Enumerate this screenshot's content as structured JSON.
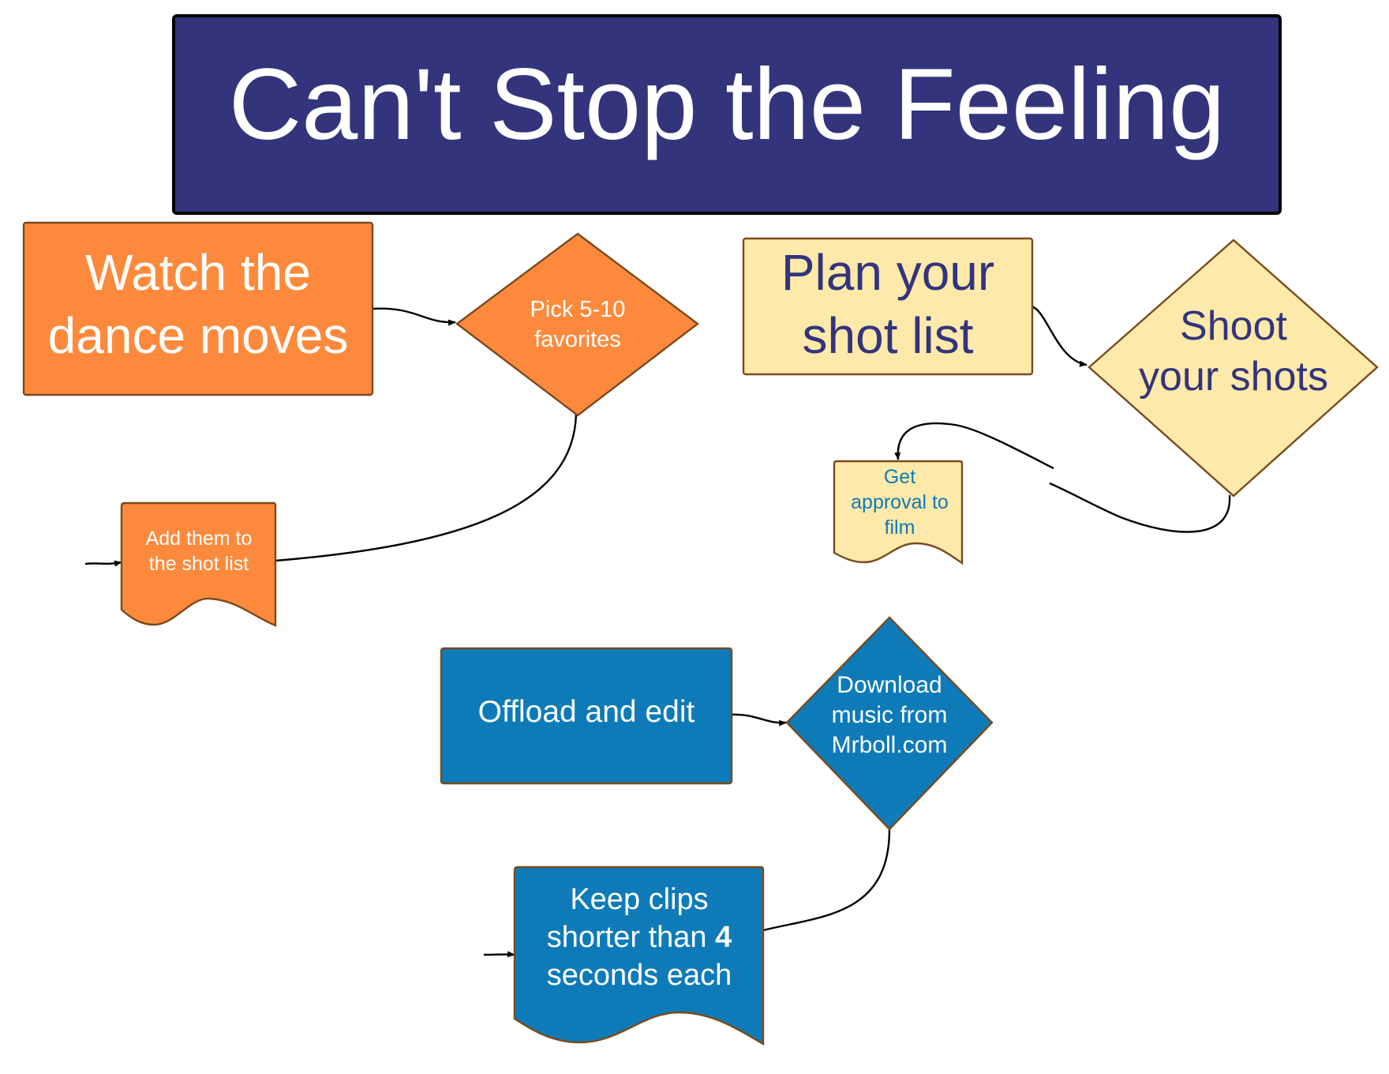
{
  "title": "Can't Stop the Feeling",
  "colors": {
    "title_bg": "#33347c",
    "orange": "#fd8a3c",
    "yellow": "#fde9a9",
    "yellow_text": "#33347c",
    "approval_text": "#0e7bb8",
    "blue": "#0e7bb8",
    "border": "#7a4a1e"
  },
  "nodes": {
    "watch": {
      "line1": "Watch the",
      "line2": "dance moves"
    },
    "pick": {
      "line1": "Pick 5-10",
      "line2": "favorites"
    },
    "add": {
      "line1": "Add them to",
      "line2": "the shot list"
    },
    "plan": {
      "line1": "Plan your",
      "line2": "shot list"
    },
    "shoot": {
      "line1": "Shoot",
      "line2": "your shots"
    },
    "approval": {
      "line1": "Get",
      "line2": "approval to",
      "line3": "film"
    },
    "offload": {
      "label": "Offload and edit"
    },
    "download": {
      "line1": "Download",
      "line2": "music from",
      "line3": "Mrboll.com"
    },
    "keep": {
      "line1": "Keep clips",
      "line2a": "shorter than ",
      "line2b": "4",
      "line3": "seconds each"
    }
  }
}
